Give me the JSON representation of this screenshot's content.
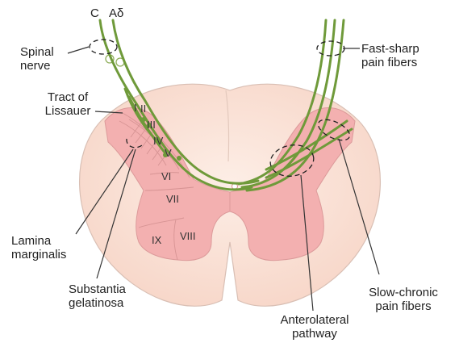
{
  "labels": {
    "c_fiber": "C",
    "a_delta_fiber": "Aδ",
    "spinal_nerve_1": "Spinal",
    "spinal_nerve_2": "nerve",
    "tract_1": "Tract of",
    "tract_2": "Lissauer",
    "fast_1": "Fast-sharp",
    "fast_2": "pain fibers",
    "lamina_marginalis_1": "Lamina",
    "lamina_marginalis_2": "marginalis",
    "substantia_1": "Substantia",
    "substantia_2": "gelatinosa",
    "slow_1": "Slow-chronic",
    "slow_2": "pain fibers",
    "anterolateral_1": "Anterolateral",
    "anterolateral_2": "pathway"
  },
  "laminae": {
    "I": "I",
    "II": "II",
    "III": "III",
    "IV": "IV",
    "V": "V",
    "VI": "VI",
    "VII": "VII",
    "VIII": "VIII",
    "IX": "IX"
  },
  "colors": {
    "fiber": "#6f9a3a",
    "white_matter": "#fbe3d8",
    "gray_matter": "#f3aeae",
    "outline": "#c9b2aa",
    "leader": "#333333"
  }
}
